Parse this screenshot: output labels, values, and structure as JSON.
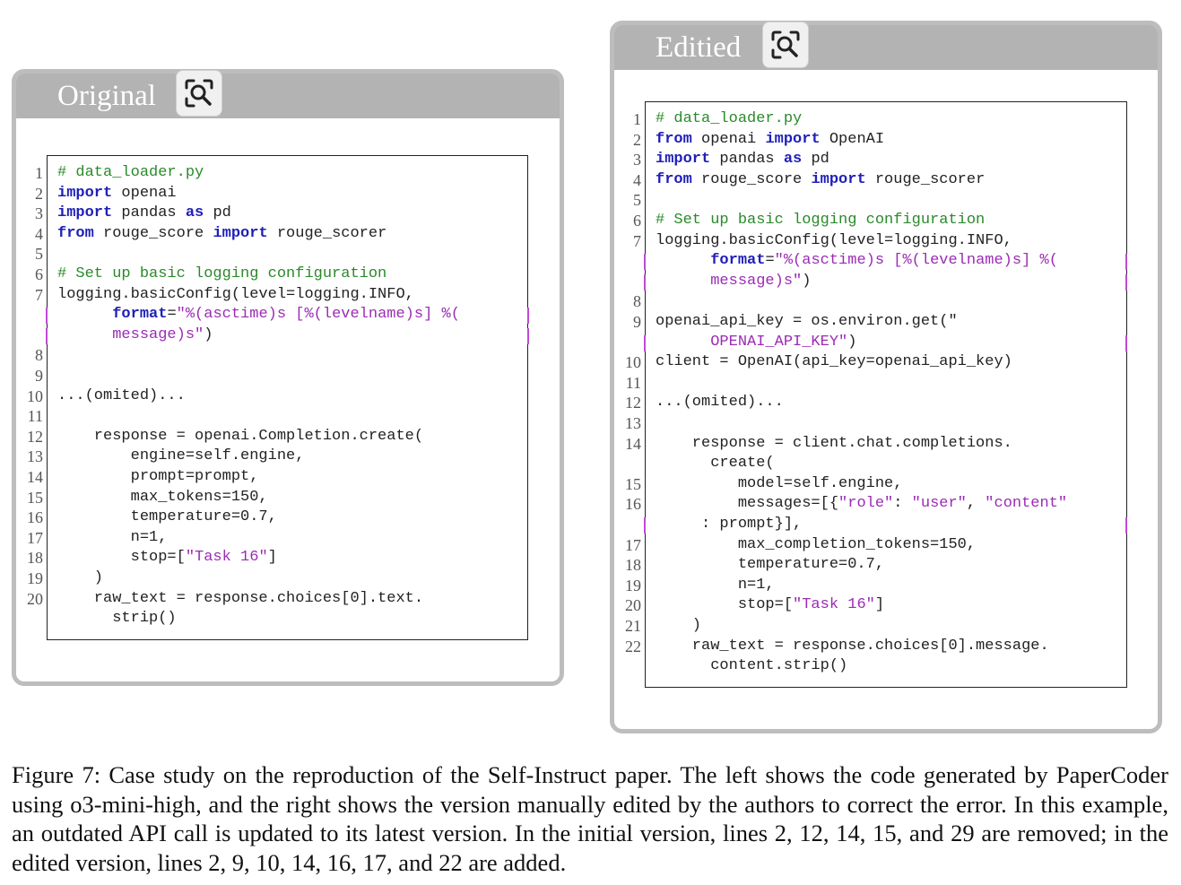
{
  "original": {
    "title": "Original",
    "lines": [
      {
        "n": "1",
        "code": [
          [
            "cm",
            "# data_loader.py"
          ]
        ]
      },
      {
        "n": "2",
        "code": [
          [
            "kw",
            "import"
          ],
          [
            "",
            " openai"
          ]
        ]
      },
      {
        "n": "3",
        "code": [
          [
            "kw",
            "import"
          ],
          [
            "",
            " pandas "
          ],
          [
            "kw",
            "as"
          ],
          [
            "",
            " pd"
          ]
        ]
      },
      {
        "n": "4",
        "code": [
          [
            "kw",
            "from"
          ],
          [
            "",
            " rouge_score "
          ],
          [
            "kw",
            "import"
          ],
          [
            "",
            " rouge_scorer"
          ]
        ]
      },
      {
        "n": "5",
        "code": []
      },
      {
        "n": "6",
        "code": [
          [
            "cm",
            "# Set up basic logging configuration"
          ]
        ]
      },
      {
        "n": "7",
        "code": [
          [
            "",
            "logging.basicConfig(level=logging.INFO,"
          ]
        ]
      },
      {
        "n": "",
        "code": [
          [
            "",
            "      "
          ],
          [
            "kw",
            "format"
          ],
          [
            "",
            "="
          ],
          [
            "st",
            "\"%(asctime)s [%(levelname)s] %("
          ]
        ],
        "wrap": true
      },
      {
        "n": "",
        "code": [
          [
            "",
            "      "
          ],
          [
            "st",
            "message)s\""
          ],
          [
            "",
            ")"
          ]
        ],
        "wrap": true
      },
      {
        "n": "8",
        "code": []
      },
      {
        "n": "9",
        "code": []
      },
      {
        "n": "10",
        "code": [
          [
            "",
            "...(omited)..."
          ]
        ]
      },
      {
        "n": "11",
        "code": []
      },
      {
        "n": "12",
        "code": [
          [
            "",
            "    response = openai.Completion.create("
          ]
        ]
      },
      {
        "n": "13",
        "code": [
          [
            "",
            "        engine=self.engine,"
          ]
        ]
      },
      {
        "n": "14",
        "code": [
          [
            "",
            "        prompt=prompt,"
          ]
        ]
      },
      {
        "n": "15",
        "code": [
          [
            "",
            "        max_tokens=150,"
          ]
        ]
      },
      {
        "n": "16",
        "code": [
          [
            "",
            "        temperature=0.7,"
          ]
        ]
      },
      {
        "n": "17",
        "code": [
          [
            "",
            "        n=1,"
          ]
        ]
      },
      {
        "n": "18",
        "code": [
          [
            "",
            "        stop=["
          ],
          [
            "st",
            "\"Task 16\""
          ],
          [
            "",
            "]"
          ]
        ]
      },
      {
        "n": "19",
        "code": [
          [
            "",
            "    )"
          ]
        ]
      },
      {
        "n": "20",
        "code": [
          [
            "",
            "    raw_text = response.choices[0].text."
          ]
        ]
      },
      {
        "n": "",
        "code": [
          [
            "",
            "      strip()"
          ]
        ]
      }
    ]
  },
  "edited": {
    "title": "Editied",
    "lines": [
      {
        "n": "1",
        "code": [
          [
            "cm",
            "# data_loader.py"
          ]
        ]
      },
      {
        "n": "2",
        "code": [
          [
            "kw",
            "from"
          ],
          [
            "",
            " openai "
          ],
          [
            "kw",
            "import"
          ],
          [
            "",
            " OpenAI"
          ]
        ]
      },
      {
        "n": "3",
        "code": [
          [
            "kw",
            "import"
          ],
          [
            "",
            " pandas "
          ],
          [
            "kw",
            "as"
          ],
          [
            "",
            " pd"
          ]
        ]
      },
      {
        "n": "4",
        "code": [
          [
            "kw",
            "from"
          ],
          [
            "",
            " rouge_score "
          ],
          [
            "kw",
            "import"
          ],
          [
            "",
            " rouge_scorer"
          ]
        ]
      },
      {
        "n": "5",
        "code": []
      },
      {
        "n": "6",
        "code": [
          [
            "cm",
            "# Set up basic logging configuration"
          ]
        ]
      },
      {
        "n": "7",
        "code": [
          [
            "",
            "logging.basicConfig(level=logging.INFO,"
          ]
        ]
      },
      {
        "n": "",
        "code": [
          [
            "",
            "      "
          ],
          [
            "kw",
            "format"
          ],
          [
            "",
            "="
          ],
          [
            "st",
            "\"%(asctime)s [%(levelname)s] %("
          ]
        ],
        "wrap": true
      },
      {
        "n": "",
        "code": [
          [
            "",
            "      "
          ],
          [
            "st",
            "message)s\""
          ],
          [
            "",
            ")"
          ]
        ],
        "wrap": true
      },
      {
        "n": "8",
        "code": []
      },
      {
        "n": "9",
        "code": [
          [
            "",
            "openai_api_key = os.environ.get(\""
          ]
        ]
      },
      {
        "n": "",
        "code": [
          [
            "",
            "      "
          ],
          [
            "st",
            "OPENAI_API_KEY\""
          ],
          [
            "",
            ")"
          ]
        ],
        "wrap": true
      },
      {
        "n": "10",
        "code": [
          [
            "",
            "client = OpenAI(api_key=openai_api_key)"
          ]
        ]
      },
      {
        "n": "11",
        "code": []
      },
      {
        "n": "12",
        "code": [
          [
            "",
            "...(omited)..."
          ]
        ]
      },
      {
        "n": "13",
        "code": []
      },
      {
        "n": "14",
        "code": [
          [
            "",
            "    response = client.chat.completions."
          ]
        ]
      },
      {
        "n": "",
        "code": [
          [
            "",
            "      create("
          ]
        ]
      },
      {
        "n": "15",
        "code": [
          [
            "",
            "         model=self.engine,"
          ]
        ]
      },
      {
        "n": "16",
        "code": [
          [
            "",
            "         messages=[{"
          ],
          [
            "st",
            "\"role\""
          ],
          [
            "",
            ": "
          ],
          [
            "st",
            "\"user\""
          ],
          [
            "",
            ", "
          ],
          [
            "st",
            "\"content\""
          ]
        ]
      },
      {
        "n": "",
        "code": [
          [
            "",
            "     : prompt}],"
          ]
        ],
        "wrap": true
      },
      {
        "n": "17",
        "code": [
          [
            "",
            "         max_completion_tokens=150,"
          ]
        ]
      },
      {
        "n": "18",
        "code": [
          [
            "",
            "         temperature=0.7,"
          ]
        ]
      },
      {
        "n": "19",
        "code": [
          [
            "",
            "         n=1,"
          ]
        ]
      },
      {
        "n": "20",
        "code": [
          [
            "",
            "         stop=["
          ],
          [
            "st",
            "\"Task 16\""
          ],
          [
            "",
            "]"
          ]
        ]
      },
      {
        "n": "21",
        "code": [
          [
            "",
            "    )"
          ]
        ]
      },
      {
        "n": "22",
        "code": [
          [
            "",
            "    raw_text = response.choices[0].message."
          ]
        ]
      },
      {
        "n": "",
        "code": [
          [
            "",
            "      content.strip()"
          ]
        ]
      }
    ]
  },
  "caption": "Figure 7: Case study on the reproduction of the Self-Instruct paper. The left shows the code generated by PaperCoder using o3-mini-high, and the right shows the version manually edited by the authors to correct the error. In this example, an outdated API call is updated to its latest version. In the initial version, lines 2, 12, 14, 15, and 29 are removed; in the edited version, lines 2, 9, 10, 14, 16, 17, and 22 are added.",
  "icons": {
    "zoom": "zoom-magnifier-icon"
  },
  "colors": {
    "keyword": "#1f1fb8",
    "comment": "#2a8a2a",
    "string": "#9b2bb5",
    "header": "#b3b3b3"
  }
}
